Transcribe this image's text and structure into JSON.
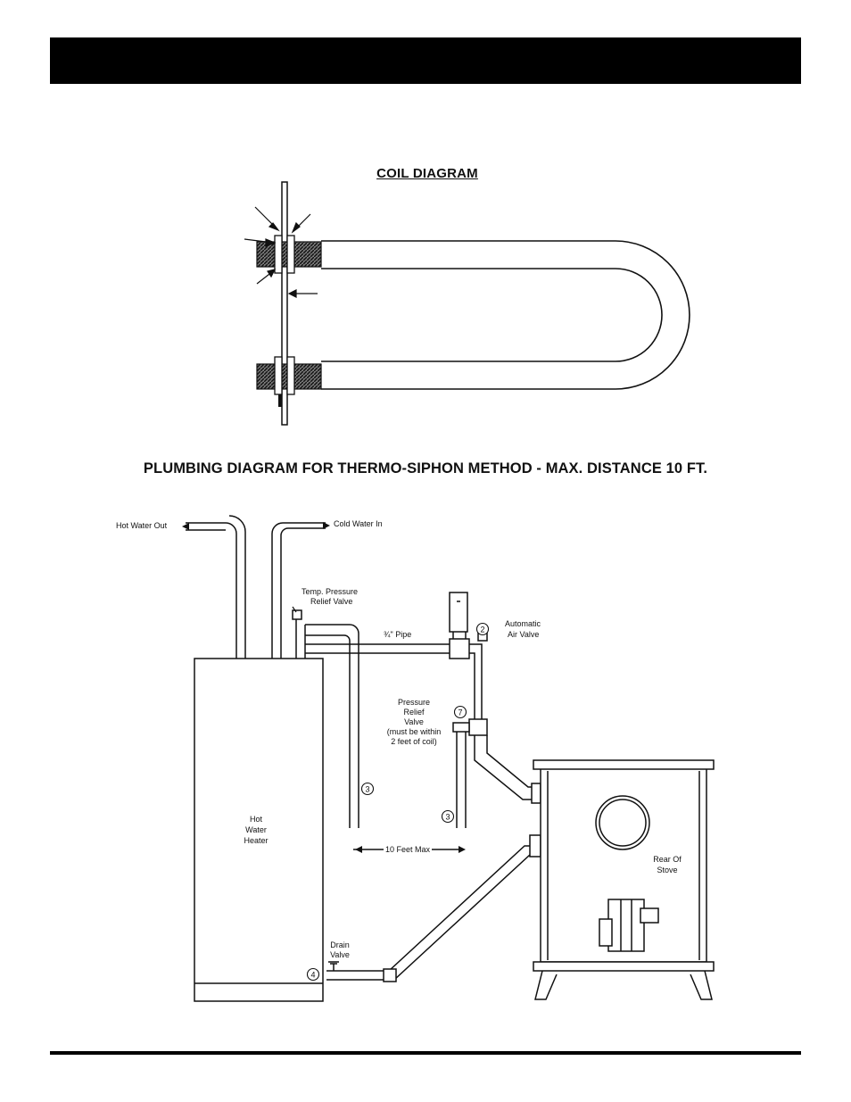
{
  "coil_diagram": {
    "title": "COIL DIAGRAM"
  },
  "plumbing_diagram": {
    "title": "PLUMBING DIAGRAM FOR THERMO-SIPHON METHOD - MAX. DISTANCE 10 FT.",
    "labels": {
      "hot_water_out": "Hot Water Out",
      "cold_water_in": "Cold Water In",
      "temp_pressure_relief_1": "Temp. Pressure",
      "temp_pressure_relief_2": "Relief Valve",
      "pipe": "¾\" Pipe",
      "automatic_air_valve_1": "Automatic",
      "automatic_air_valve_2": "Air Valve",
      "pressure_relief_1": "Pressure",
      "pressure_relief_2": "Relief",
      "pressure_relief_3": "Valve",
      "pressure_relief_4": "(must be within",
      "pressure_relief_5": "2 feet of coil)",
      "heater_1": "Hot",
      "heater_2": "Water",
      "heater_3": "Heater",
      "distance": "10 Feet Max",
      "stove_1": "Rear Of",
      "stove_2": "Stove",
      "drain_1": "Drain",
      "drain_2": "Valve"
    },
    "callouts": {
      "air_valve": "2",
      "relief_valve": "7",
      "line_left": "3",
      "line_right": "3",
      "drain": "4"
    }
  }
}
